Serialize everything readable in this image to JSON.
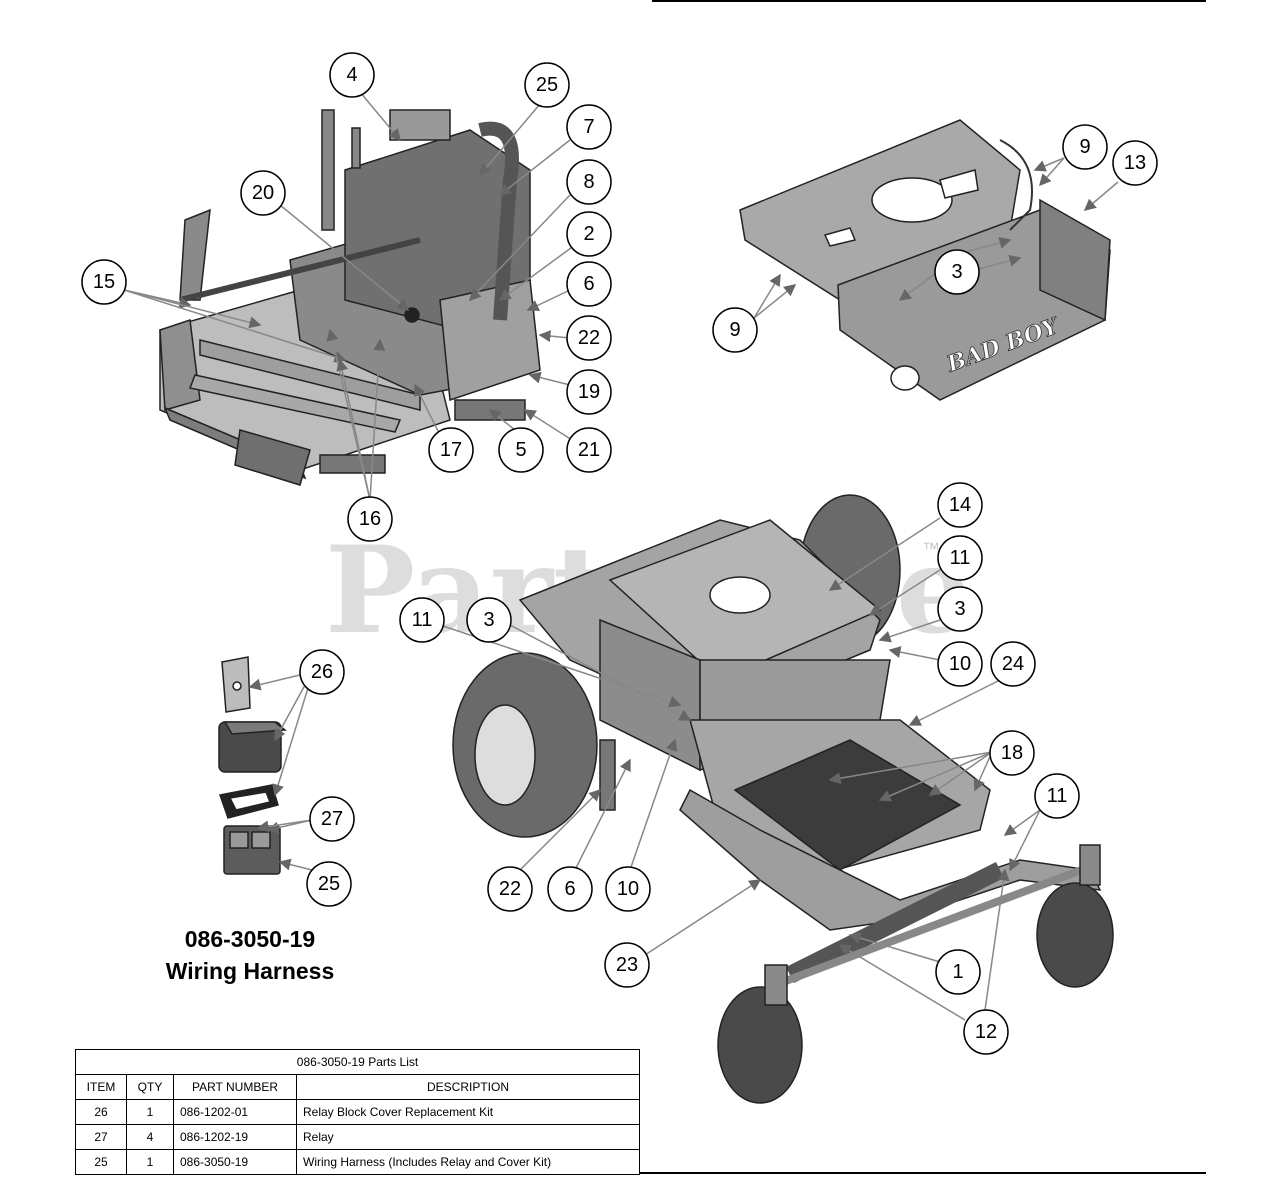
{
  "watermark": "PartsTree",
  "watermark_tm": "™",
  "brand_decal": "BAD BOY",
  "subassembly": {
    "part_number": "086-3050-19",
    "title": "Wiring Harness"
  },
  "callouts": [
    "4",
    "25",
    "7",
    "8",
    "20",
    "2",
    "6",
    "15",
    "22",
    "19",
    "17",
    "5",
    "21",
    "16",
    "9",
    "13",
    "3",
    "9",
    "14",
    "11",
    "3",
    "11",
    "3",
    "10",
    "24",
    "26",
    "18",
    "27",
    "25",
    "11",
    "22",
    "6",
    "10",
    "23",
    "1",
    "12"
  ],
  "parts_table": {
    "caption": "086-3050-19 Parts List",
    "headers": [
      "ITEM",
      "QTY",
      "PART NUMBER",
      "DESCRIPTION"
    ],
    "rows": [
      [
        "26",
        "1",
        "086-1202-01",
        "Relay Block Cover Replacement Kit"
      ],
      [
        "27",
        "4",
        "086-1202-19",
        "Relay"
      ],
      [
        "25",
        "1",
        "086-3050-19",
        "Wiring Harness (Includes Relay and Cover Kit)"
      ]
    ]
  }
}
